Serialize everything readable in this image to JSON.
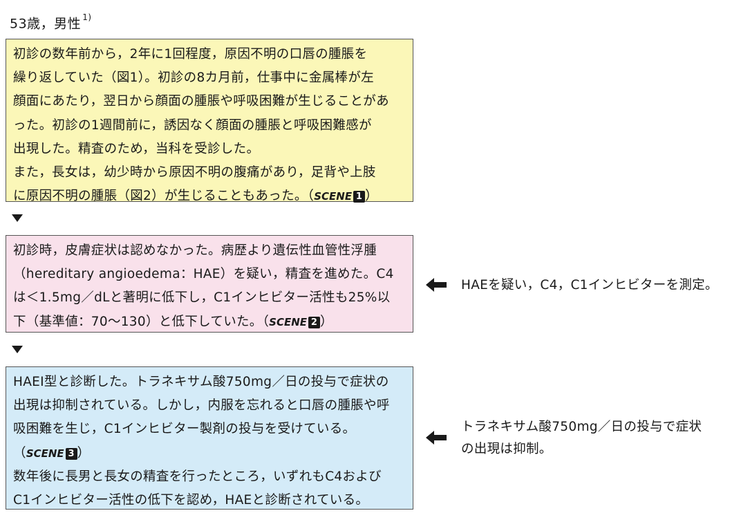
{
  "header": {
    "text": "53歳，男性",
    "ref": "1)"
  },
  "box1": {
    "lines": [
      "初診の数年前から，2年に1回程度，原因不明の口唇の腫脹を",
      "繰り返していた（図1）。初診の8カ月前，仕事中に金属棒が左",
      "顔面にあたり，翌日から顔面の腫脹や呼吸困難が生じることがあ",
      "った。初診の1週間前に，誘因なく顔面の腫脹と呼吸困難感が",
      "出現した。精査のため，当科を受診した。",
      "また，長女は，幼少時から原因不明の腹痛があり，足背や上肢"
    ],
    "last_line_pre": "に原因不明の腫脹（図2）が生じることもあった。（",
    "scene_label": "SCENE",
    "scene_num": "1",
    "last_line_post": "）"
  },
  "box2": {
    "lines": [
      "初診時，皮膚症状は認めなかった。病歴より遺伝性血管性浮腫",
      "（hereditary angioedema：HAE）を疑い，精査を進めた。C4",
      "は＜1.5mg／dLと著明に低下し，C1インヒビター活性も25%以"
    ],
    "last_line_pre": "下（基準値：70〜130）と低下していた。（",
    "scene_label": "SCENE",
    "scene_num": "2",
    "last_line_post": "）"
  },
  "box3": {
    "lines": [
      "HAEⅠ型と診断した。トラネキサム酸750mg／日の投与で症状の",
      "出現は抑制されている。しかし，内服を忘れると口唇の腫脹や呼",
      "吸困難を生じ，C1インヒビター製剤の投与を受けている。"
    ],
    "scene_pre": "（",
    "scene_label": "SCENE",
    "scene_num": "3",
    "scene_post": "）",
    "tail_lines": [
      "数年後に長男と長女の精査を行ったところ，いずれもC4および",
      "C1インヒビター活性の低下を認め，HAEと診断されている。"
    ]
  },
  "notes": {
    "note1": "HAEを疑い，C4，C1インヒビターを測定。",
    "note2_lines": [
      "トラネキサム酸750mg／日の投与で症状",
      "の出現は抑制。"
    ]
  },
  "colors": {
    "box1_bg": "#fbf7b8",
    "box2_bg": "#f9e1eb",
    "box3_bg": "#d4ebf8"
  },
  "icons": {
    "down_triangle": "down-triangle-icon",
    "left_arrow": "left-arrow-icon"
  }
}
